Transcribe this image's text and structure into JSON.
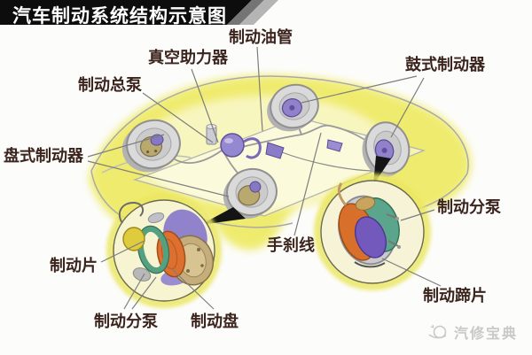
{
  "title": {
    "text": "汽车制动系统结构示意图"
  },
  "labels": {
    "brake_oil_pipe": "制动油管",
    "vacuum_booster": "真空助力器",
    "drum_brake": "鼓式制动器",
    "brake_master_cylinder": "制动总泵",
    "disc_brake": "盘式制动器",
    "brake_wheel_cylinder_rear": "制动分泵",
    "handbrake_cable": "手刹线",
    "brake_pad": "制动片",
    "brake_wheel_cylinder_front": "制动分泵",
    "brake_disc": "制动盘",
    "brake_shoe": "制动蹄片"
  },
  "watermark": {
    "brand": "汽修宝典",
    "logo_icon": "swoosh-circle-icon"
  },
  "colors": {
    "title_bar": "#0d0d0d",
    "title_text": "#ffffff",
    "label_text": "#3c241e",
    "car_body_glow": "#eeea60",
    "detail_circle_fill": "#f7f4d2",
    "purple_part": "#8f80c9",
    "orange_part": "#dd7030",
    "green_part": "#55a081",
    "tan_part": "#c6ae7c",
    "yellow_caliper": "#decb3e",
    "watermark_text": "#c9c9c9"
  }
}
